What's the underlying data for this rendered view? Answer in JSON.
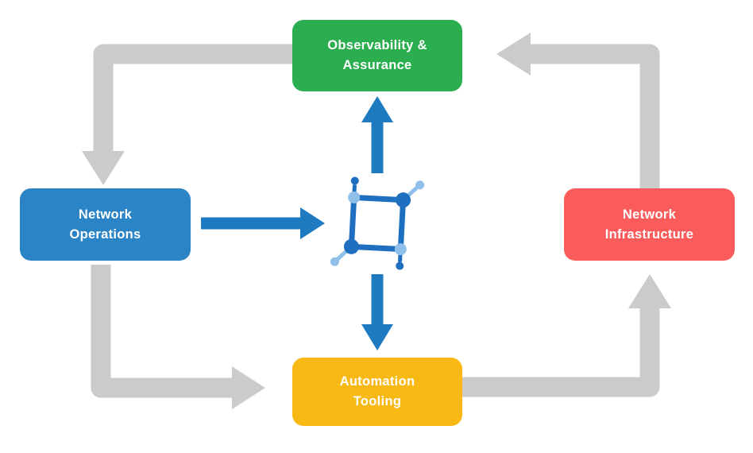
{
  "diagram": {
    "background": "#FFFFFF",
    "nodes": {
      "observability": {
        "label": "Observability & Assurance",
        "color": "#2BAE4F"
      },
      "operations": {
        "label": "Network Operations",
        "color": "#2B84C6"
      },
      "infrastructure": {
        "label": "Network Infrastructure",
        "color": "#FA5C5C"
      },
      "automation": {
        "label": "Automation Tooling",
        "color": "#F9B915"
      }
    },
    "center_icon": "network-topology-icon",
    "colors": {
      "cycle_arrow": "#CBCBCB",
      "hub_arrow": "#1E7BC1",
      "icon_primary": "#1E6FBF",
      "icon_accent": "#8FC0EA",
      "label_text": "#FFFFFF"
    }
  }
}
